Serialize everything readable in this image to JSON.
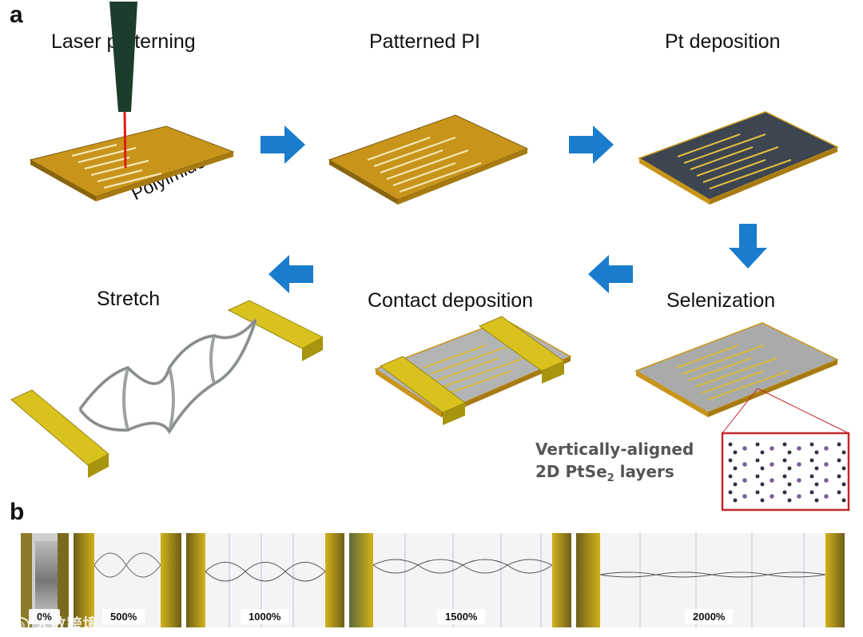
{
  "panel_a": {
    "letter": "a"
  },
  "panel_b": {
    "letter": "b"
  },
  "steps": {
    "laser": "Laser patterning",
    "patterned": "Patterned PI",
    "pt": "Pt deposition",
    "stretch": "Stretch",
    "contact": "Contact deposition",
    "selenization": "Selenization"
  },
  "substrate_label": "Polyimide",
  "inset_note": {
    "line1": "Vertically-aligned",
    "line2_prefix": "2D PtSe",
    "line2_sub": "2",
    "line2_suffix": " layers"
  },
  "strain_labels": [
    "0%",
    "500%",
    "1000%",
    "1500%",
    "2000%"
  ],
  "watermark": "大数跨境",
  "colors": {
    "polyimide": "#c8951a",
    "platinum": "#3c4550",
    "ptse2": "#a9abab",
    "contact": "#d9c21e",
    "arrow": "#1a7ccc",
    "inset_border": "#c0282a"
  }
}
